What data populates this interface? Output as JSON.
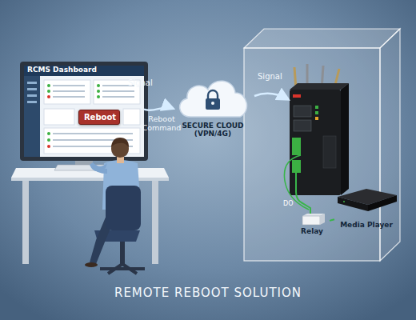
{
  "diagram": {
    "title": "REMOTE REBOOT SOLUTION",
    "nodes": [
      {
        "text": [
          "RCMS Dashboard"
        ]
      },
      {
        "text": [
          "Reboot"
        ],
        "in": 0
      },
      {
        "text": [
          "SECURE CLOUD (VPN/4G)"
        ]
      },
      {
        "text": [
          "Relay"
        ]
      },
      {
        "text": [
          "Media Player"
        ]
      }
    ],
    "edges": [
      {
        "from": 0,
        "to": 2,
        "label": "Reboot Command",
        "arrow": "to"
      },
      {
        "from": 3,
        "to": 4,
        "arrow": "none"
      }
    ],
    "labels": [
      "Signal",
      "Signal",
      "DO"
    ]
  }
}
